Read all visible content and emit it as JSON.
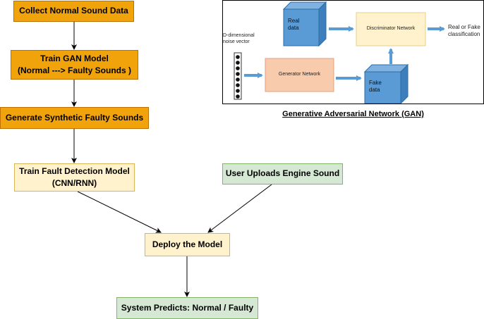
{
  "flow": {
    "collect": "Collect Normal Sound Data",
    "train_gan_line1": "Train GAN Model",
    "train_gan_line2": "(Normal ---> Faulty Sounds )",
    "generate": "Generate Synthetic Faulty Sounds",
    "train_fd_line1": "Train Fault Detection Model",
    "train_fd_line2": "(CNN/RNN)",
    "user_upload": "User Uploads Engine Sound",
    "deploy": "Deploy the Model",
    "predict": "System Predicts: Normal / Faulty"
  },
  "gan": {
    "caption": "Generative Adversarial Network (GAN)",
    "noise_line1": "D-dimensional",
    "noise_line2": "noise vector",
    "real_data_line1": "Real",
    "real_data_line2": "data",
    "fake_data_line1": "Fake",
    "fake_data_line2": "data",
    "discriminator": "Discriminator Network",
    "generator": "Generator Network",
    "output_line1": "Real or Fake",
    "output_line2": "classification"
  },
  "colors": {
    "orange_fill": "#f0a30a",
    "yellow_fill": "#fff2cc",
    "green_fill": "#d5e8d4",
    "discriminator_fill": "#fff2cc",
    "generator_fill": "#f8cbad",
    "cube_face": "#5b9bd5",
    "gan_arrow": "#5b9bd5"
  }
}
